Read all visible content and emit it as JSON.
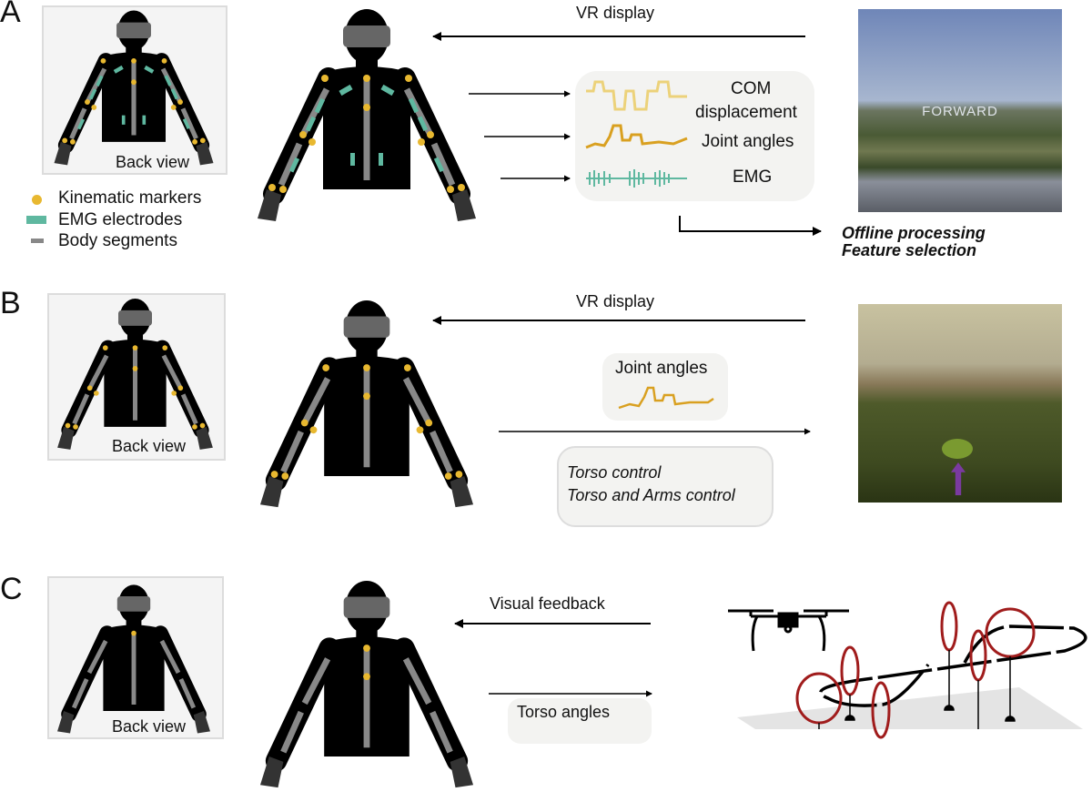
{
  "panels": {
    "a": {
      "label": "A",
      "back_view": "Back view",
      "legend": [
        {
          "label": "Kinematic markers",
          "color": "#e8b830",
          "shape": "dot"
        },
        {
          "label": "EMG  electrodes",
          "color": "#5fb8a0",
          "shape": "bar"
        },
        {
          "label": "Body segments",
          "color": "#888888",
          "shape": "bar"
        }
      ],
      "vr_display": "VR display",
      "signals": [
        "COM\ndisplacement",
        "Joint angles",
        "EMG"
      ],
      "signal_com_1": "COM",
      "signal_com_2": "displacement",
      "signal_joint": "Joint angles",
      "signal_emg": "EMG",
      "scene_text": "FORWARD",
      "offline_1": "Offline processing",
      "offline_2": "Feature selection"
    },
    "b": {
      "label": "B",
      "back_view": "Back view",
      "vr_display": "VR display",
      "joint_angles": "Joint angles",
      "control_1": "Torso control",
      "control_2": "Torso and Arms control"
    },
    "c": {
      "label": "C",
      "back_view": "Back view",
      "visual_feedback": "Visual feedback",
      "torso_angles": "Torso angles"
    }
  },
  "colors": {
    "marker": "#e8b830",
    "emg": "#5fb8a0",
    "segment": "#888888",
    "com_signal": "#ecd27a",
    "joint_signal": "#d9a020",
    "gate": "#a01c1c"
  }
}
